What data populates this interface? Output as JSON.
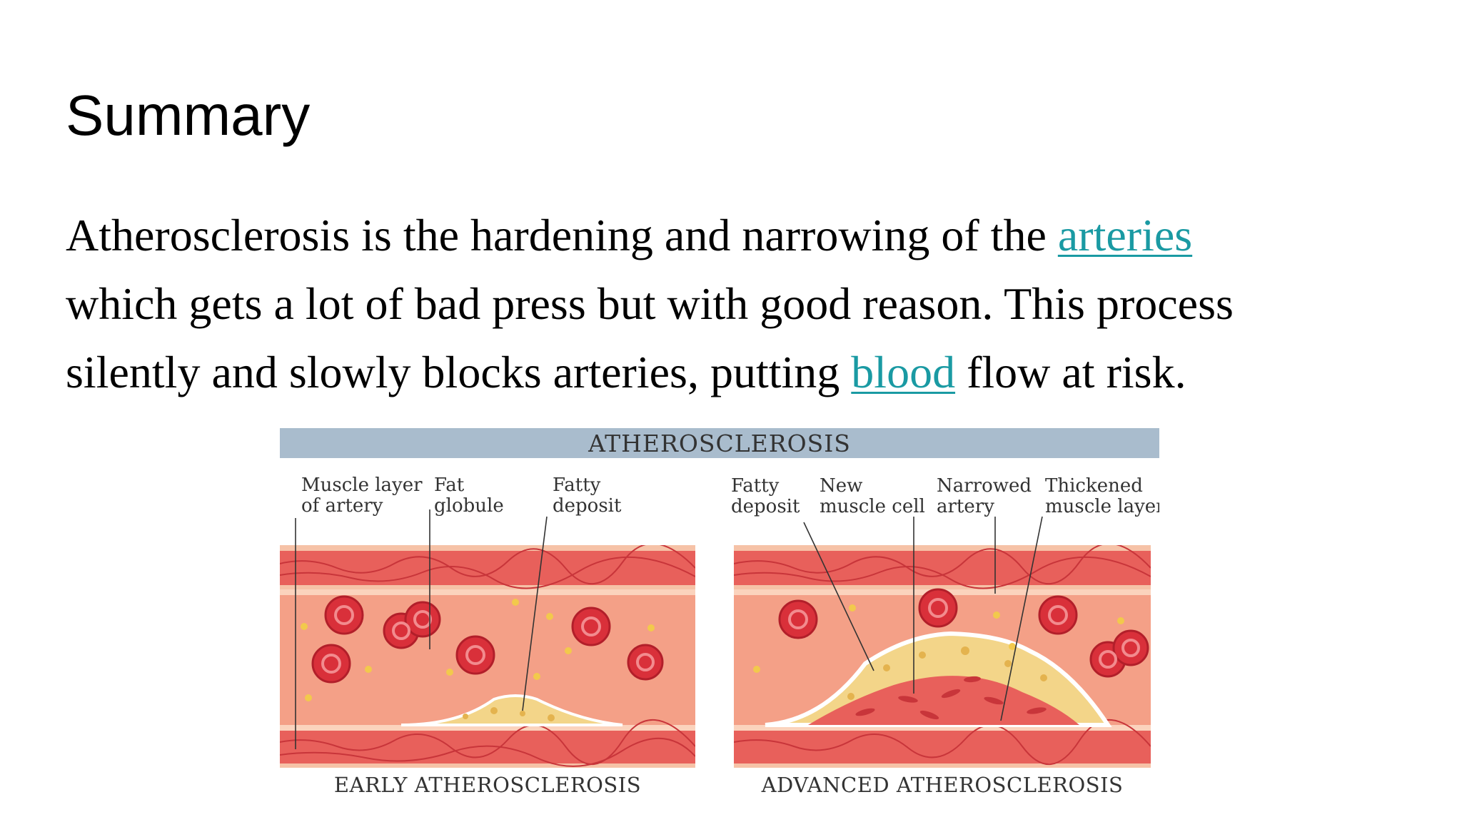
{
  "slide": {
    "title": "Summary",
    "body": {
      "line1_pre": " Atherosclerosis is the hardening and narrowing of the ",
      "link_arteries": "arteries",
      "line2": "which gets a lot of bad press but with good reason. This process",
      "line3_pre": "silently and slowly blocks arteries, putting ",
      "link_blood": "blood",
      "line3_post": " flow at risk."
    },
    "link_color": "#1a9aa3"
  },
  "figure": {
    "header": "ATHEROSCLEROSIS",
    "header_bg": "#a9bccd",
    "early": {
      "caption": "EARLY ATHEROSCLEROSIS",
      "labels": {
        "muscle_layer_1": "Muscle layer",
        "muscle_layer_2": "of artery",
        "fat_1": "Fat",
        "fat_2": "globule",
        "fatty_1": "Fatty",
        "fatty_2": "deposit"
      }
    },
    "advanced": {
      "caption": "ADVANCED ATHEROSCLEROSIS",
      "labels": {
        "fatty_1": "Fatty",
        "fatty_2": "deposit",
        "new_1": "New",
        "new_2": "muscle cell",
        "narrowed_1": "Narrowed",
        "narrowed_2": "artery",
        "thick_1": "Thickened",
        "thick_2": "muscle layer"
      }
    },
    "colors": {
      "wall": "#e8605b",
      "lumen": "#f4a087",
      "fat": "#f3d589",
      "cell": "#d9303a"
    }
  }
}
